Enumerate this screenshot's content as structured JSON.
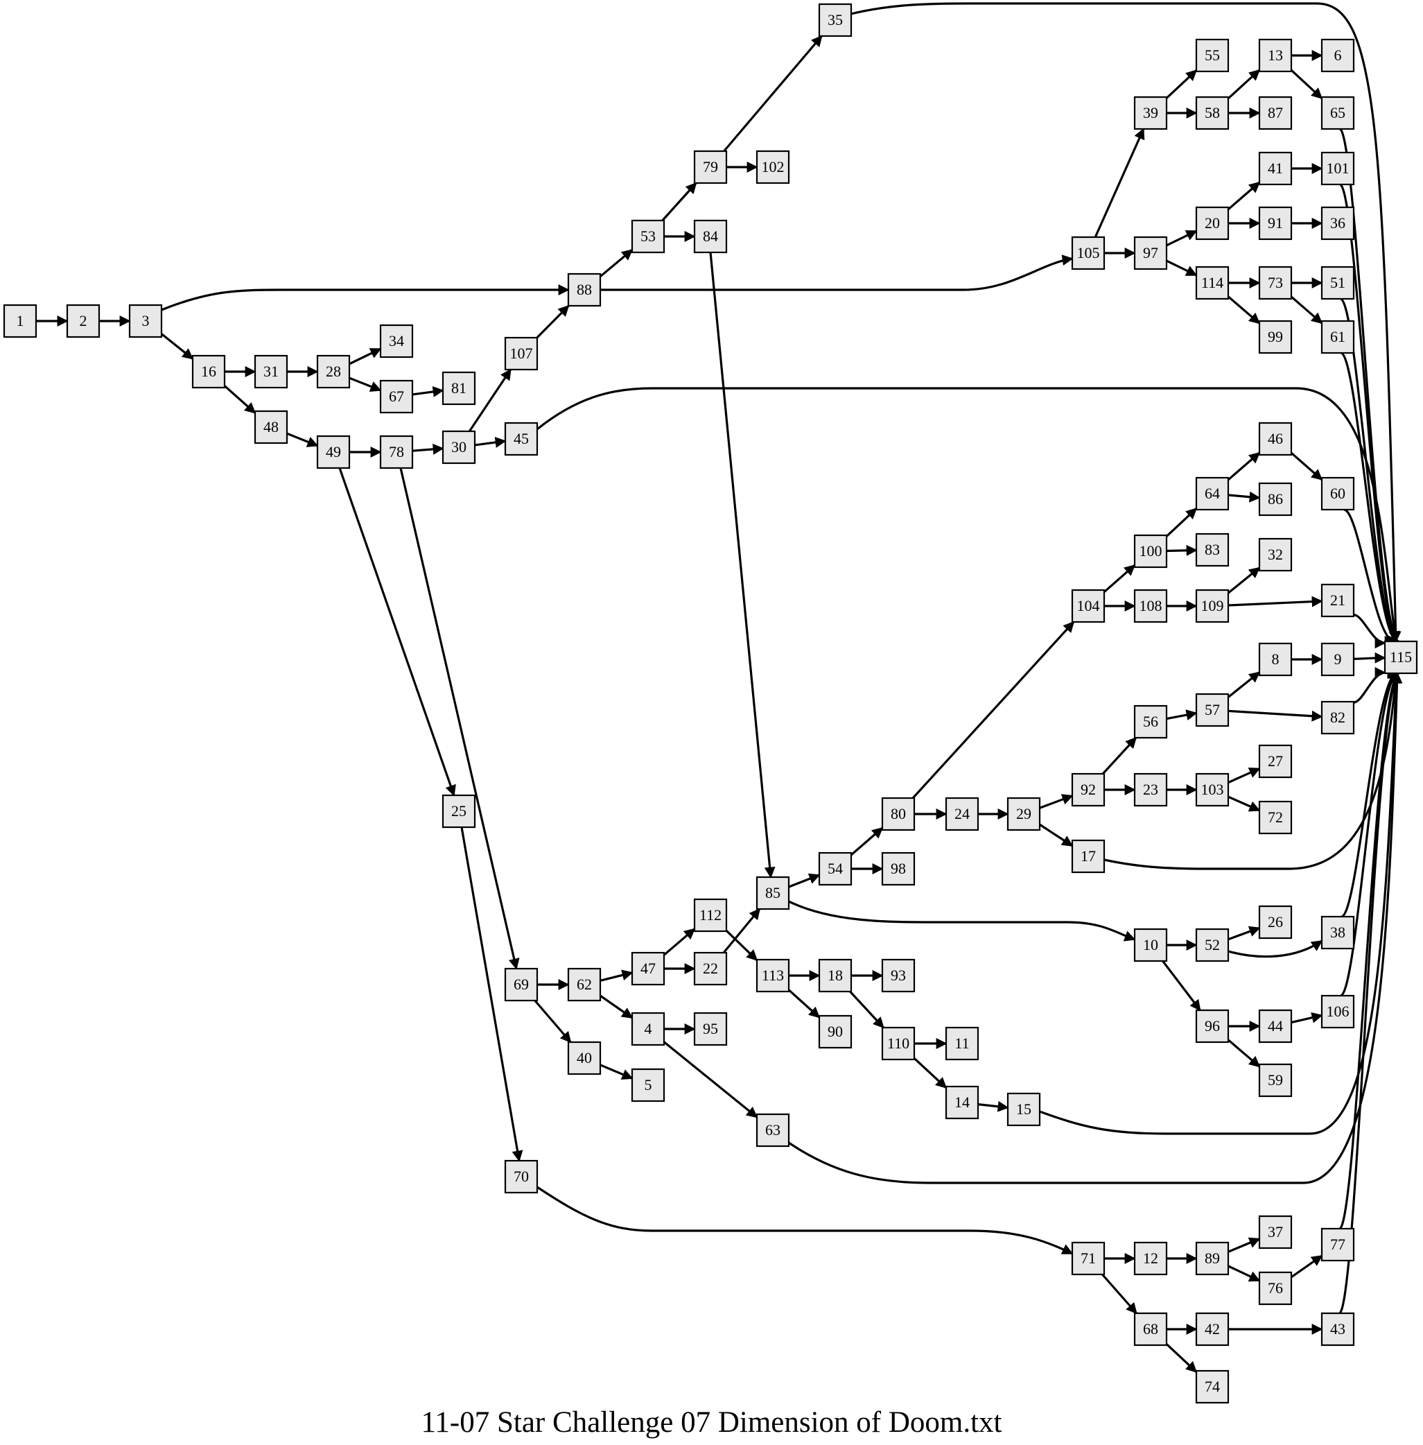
{
  "diagram": {
    "title": "11-07 Star Challenge 07 Dimension of Doom.txt",
    "nodes": [
      "1",
      "2",
      "3",
      "16",
      "31",
      "28",
      "34",
      "67",
      "81",
      "48",
      "49",
      "78",
      "30",
      "107",
      "88",
      "53",
      "79",
      "35",
      "102",
      "84",
      "105",
      "39",
      "55",
      "58",
      "13",
      "6",
      "65",
      "87",
      "97",
      "20",
      "41",
      "101",
      "91",
      "36",
      "114",
      "73",
      "51",
      "61",
      "99",
      "45",
      "115",
      "25",
      "69",
      "70",
      "62",
      "47",
      "112",
      "22",
      "85",
      "54",
      "80",
      "98",
      "104",
      "100",
      "64",
      "46",
      "60",
      "86",
      "83",
      "108",
      "109",
      "32",
      "21",
      "24",
      "29",
      "92",
      "56",
      "57",
      "8",
      "9",
      "82",
      "23",
      "103",
      "27",
      "72",
      "17",
      "10",
      "52",
      "26",
      "38",
      "96",
      "44",
      "106",
      "59",
      "113",
      "18",
      "93",
      "110",
      "11",
      "14",
      "15",
      "90",
      "4",
      "95",
      "63",
      "40",
      "5",
      "71",
      "12",
      "89",
      "37",
      "76",
      "77",
      "68",
      "42",
      "43",
      "74"
    ],
    "edges": [
      [
        "1",
        "2"
      ],
      [
        "2",
        "3"
      ],
      [
        "3",
        "88"
      ],
      [
        "3",
        "16"
      ],
      [
        "16",
        "31"
      ],
      [
        "16",
        "48"
      ],
      [
        "31",
        "28"
      ],
      [
        "28",
        "34"
      ],
      [
        "28",
        "67"
      ],
      [
        "67",
        "81"
      ],
      [
        "48",
        "49"
      ],
      [
        "49",
        "78"
      ],
      [
        "49",
        "25"
      ],
      [
        "78",
        "30"
      ],
      [
        "78",
        "69"
      ],
      [
        "30",
        "107"
      ],
      [
        "30",
        "45"
      ],
      [
        "107",
        "88"
      ],
      [
        "88",
        "53"
      ],
      [
        "88",
        "105"
      ],
      [
        "53",
        "79"
      ],
      [
        "53",
        "84"
      ],
      [
        "79",
        "35"
      ],
      [
        "79",
        "102"
      ],
      [
        "35",
        "115"
      ],
      [
        "84",
        "85"
      ],
      [
        "105",
        "39"
      ],
      [
        "105",
        "97"
      ],
      [
        "39",
        "55"
      ],
      [
        "39",
        "58"
      ],
      [
        "58",
        "13"
      ],
      [
        "58",
        "87"
      ],
      [
        "13",
        "6"
      ],
      [
        "13",
        "65"
      ],
      [
        "65",
        "115"
      ],
      [
        "97",
        "20"
      ],
      [
        "97",
        "114"
      ],
      [
        "20",
        "41"
      ],
      [
        "20",
        "91"
      ],
      [
        "41",
        "101"
      ],
      [
        "91",
        "36"
      ],
      [
        "101",
        "115"
      ],
      [
        "114",
        "73"
      ],
      [
        "114",
        "99"
      ],
      [
        "73",
        "51"
      ],
      [
        "73",
        "61"
      ],
      [
        "51",
        "115"
      ],
      [
        "61",
        "115"
      ],
      [
        "45",
        "115"
      ],
      [
        "25",
        "70"
      ],
      [
        "69",
        "62"
      ],
      [
        "69",
        "40"
      ],
      [
        "62",
        "47"
      ],
      [
        "62",
        "4"
      ],
      [
        "47",
        "112"
      ],
      [
        "47",
        "22"
      ],
      [
        "112",
        "113"
      ],
      [
        "22",
        "85"
      ],
      [
        "85",
        "54"
      ],
      [
        "85",
        "10"
      ],
      [
        "54",
        "80"
      ],
      [
        "54",
        "98"
      ],
      [
        "80",
        "104"
      ],
      [
        "80",
        "24"
      ],
      [
        "104",
        "100"
      ],
      [
        "104",
        "108"
      ],
      [
        "100",
        "64"
      ],
      [
        "100",
        "83"
      ],
      [
        "64",
        "46"
      ],
      [
        "64",
        "86"
      ],
      [
        "46",
        "60"
      ],
      [
        "60",
        "115"
      ],
      [
        "108",
        "109"
      ],
      [
        "109",
        "32"
      ],
      [
        "109",
        "21"
      ],
      [
        "21",
        "115"
      ],
      [
        "24",
        "29"
      ],
      [
        "29",
        "92"
      ],
      [
        "29",
        "17"
      ],
      [
        "92",
        "56"
      ],
      [
        "92",
        "23"
      ],
      [
        "56",
        "57"
      ],
      [
        "57",
        "8"
      ],
      [
        "57",
        "82"
      ],
      [
        "8",
        "9"
      ],
      [
        "9",
        "115"
      ],
      [
        "82",
        "115"
      ],
      [
        "23",
        "103"
      ],
      [
        "103",
        "27"
      ],
      [
        "103",
        "72"
      ],
      [
        "17",
        "115"
      ],
      [
        "10",
        "52"
      ],
      [
        "10",
        "96"
      ],
      [
        "52",
        "26"
      ],
      [
        "52",
        "38"
      ],
      [
        "38",
        "115"
      ],
      [
        "96",
        "44"
      ],
      [
        "96",
        "59"
      ],
      [
        "44",
        "106"
      ],
      [
        "106",
        "115"
      ],
      [
        "113",
        "18"
      ],
      [
        "113",
        "90"
      ],
      [
        "18",
        "93"
      ],
      [
        "18",
        "110"
      ],
      [
        "110",
        "11"
      ],
      [
        "110",
        "14"
      ],
      [
        "14",
        "15"
      ],
      [
        "15",
        "115"
      ],
      [
        "4",
        "95"
      ],
      [
        "4",
        "63"
      ],
      [
        "63",
        "115"
      ],
      [
        "40",
        "5"
      ],
      [
        "70",
        "71"
      ],
      [
        "71",
        "12"
      ],
      [
        "71",
        "68"
      ],
      [
        "12",
        "89"
      ],
      [
        "89",
        "37"
      ],
      [
        "89",
        "76"
      ],
      [
        "76",
        "77"
      ],
      [
        "77",
        "115"
      ],
      [
        "68",
        "42"
      ],
      [
        "68",
        "74"
      ],
      [
        "42",
        "43"
      ],
      [
        "43",
        "115"
      ]
    ]
  }
}
